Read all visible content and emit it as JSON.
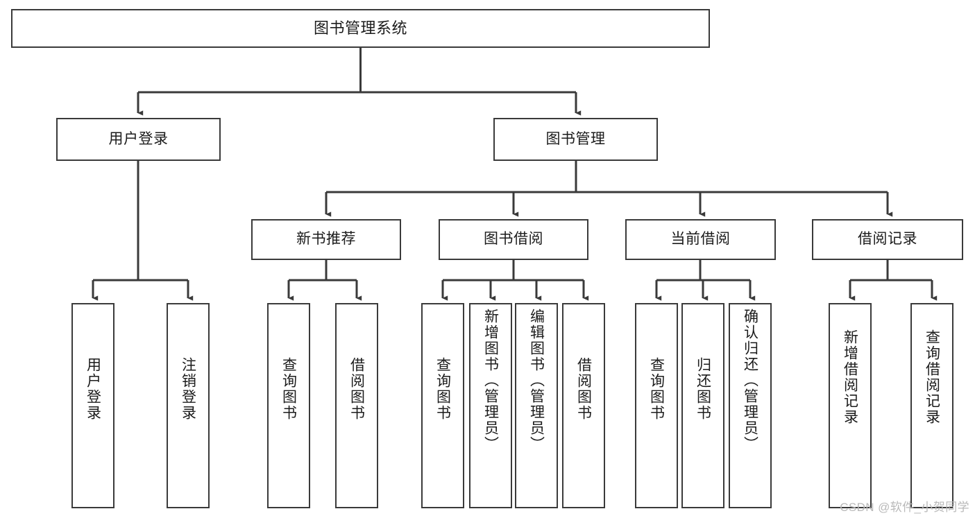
{
  "diagram": {
    "title": "图书管理系统",
    "type": "hierarchy-tree",
    "watermark": "CSDN @软件_小贺同学",
    "colors": {
      "box_border": "#3a3a3a",
      "box_fill": "#ffffff",
      "connector": "#3a3a3a",
      "text": "#1b1b1b",
      "watermark": "#b9b9b9",
      "background": "#ffffff"
    },
    "levels": {
      "root": [
        "图书管理系统"
      ],
      "level2": [
        "用户登录",
        "图书管理"
      ],
      "level3": [
        "新书推荐",
        "图书借阅",
        "当前借阅",
        "借阅记录"
      ],
      "leaves": [
        "用户登录",
        "注销登录",
        "查询图书",
        "借阅图书",
        "查询图书",
        "新增图书（管理员）",
        "编辑图书（管理员）",
        "借阅图书",
        "查询图书",
        "归还图书",
        "确认归还（管理员）",
        "新增借阅记录",
        "查询借阅记录"
      ]
    },
    "nodes": {
      "root": {
        "label": "图书管理系统"
      },
      "user_login": {
        "label": "用户登录"
      },
      "book_mgmt": {
        "label": "图书管理"
      },
      "new_book_rec": {
        "label": "新书推荐"
      },
      "book_borrow": {
        "label": "图书借阅"
      },
      "current_borrow": {
        "label": "当前借阅"
      },
      "borrow_record": {
        "label": "借阅记录"
      },
      "leaf_user_login": {
        "label": "用户登录"
      },
      "leaf_logout": {
        "label": "注销登录"
      },
      "leaf_query_book_1": {
        "label": "查询图书"
      },
      "leaf_borrow_book_1": {
        "label": "借阅图书"
      },
      "leaf_query_book_2": {
        "label": "查询图书"
      },
      "leaf_add_book": {
        "label": "新增图书（管理员）"
      },
      "leaf_edit_book": {
        "label": "编辑图书（管理员）"
      },
      "leaf_borrow_book_2": {
        "label": "借阅图书"
      },
      "leaf_query_book_3": {
        "label": "查询图书"
      },
      "leaf_return_book": {
        "label": "归还图书"
      },
      "leaf_confirm_return": {
        "label": "确认归还（管理员）"
      },
      "leaf_add_record": {
        "label": "新增借阅记录"
      },
      "leaf_query_record": {
        "label": "查询借阅记录"
      }
    }
  }
}
